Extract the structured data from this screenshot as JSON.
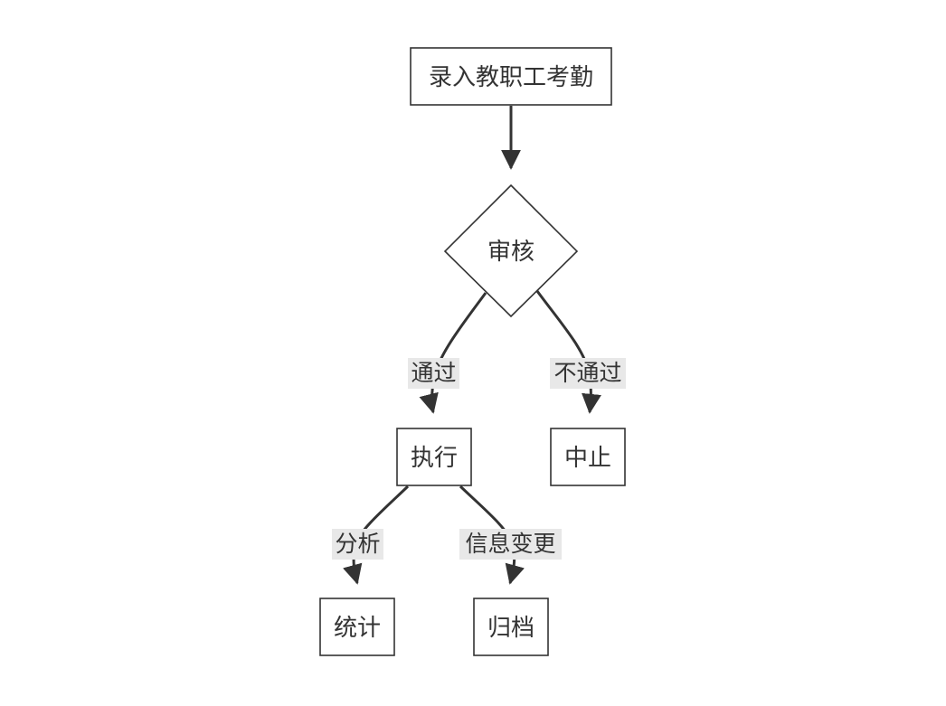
{
  "diagram": {
    "nodes": {
      "record": "录入教职工考勤",
      "review": "审核",
      "execute": "执行",
      "stop": "中止",
      "statistics": "统计",
      "archive": "归档"
    },
    "edges": {
      "pass": "通过",
      "fail": "不通过",
      "analyze": "分析",
      "info_change": "信息变更"
    }
  },
  "colors": {
    "stroke": "#333333",
    "label_background": "#e8e8e8",
    "node_fill": "#ffffff"
  }
}
